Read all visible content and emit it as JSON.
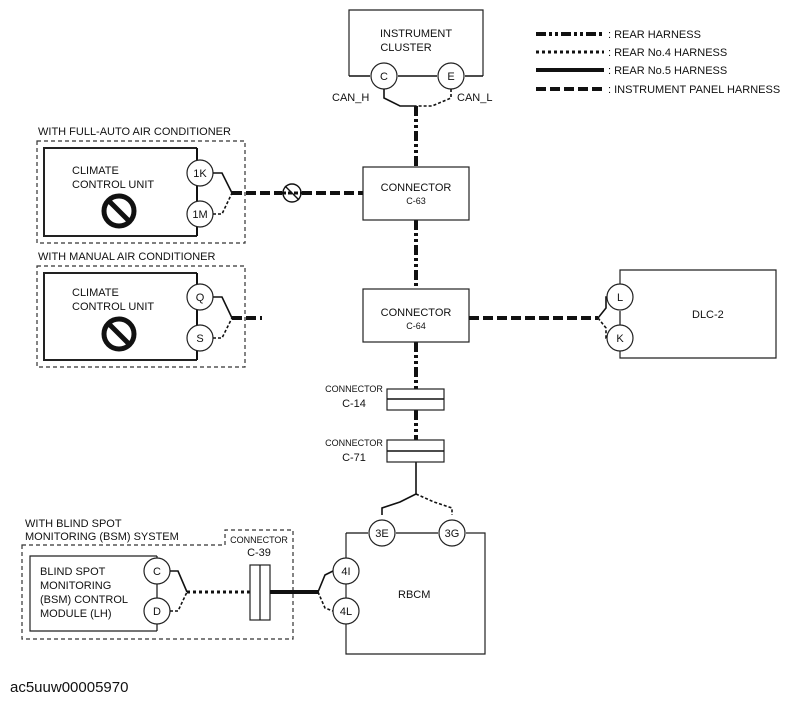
{
  "legend": [
    {
      "style": "rear",
      "label": ": REAR HARNESS"
    },
    {
      "style": "no4",
      "label": ": REAR No.4 HARNESS"
    },
    {
      "style": "no5",
      "label": ": REAR No.5 HARNESS"
    },
    {
      "style": "ip",
      "label": ": INSTRUMENT PANEL HARNESS"
    }
  ],
  "instrument_cluster": {
    "line1": "INSTRUMENT",
    "line2": "CLUSTER",
    "pin_c": "C",
    "pin_e": "E",
    "can_h": "CAN_H",
    "can_l": "CAN_L"
  },
  "full_auto": {
    "heading": "WITH FULL-AUTO AIR CONDITIONER",
    "unit_line1": "CLIMATE",
    "unit_line2": "CONTROL UNIT",
    "pin1": "1K",
    "pin2": "1M"
  },
  "manual": {
    "heading": "WITH MANUAL AIR CONDITIONER",
    "unit_line1": "CLIMATE",
    "unit_line2": "CONTROL UNIT",
    "pin1": "Q",
    "pin2": "S"
  },
  "connector_c63": {
    "line1": "CONNECTOR",
    "line2": "C-63"
  },
  "connector_c64": {
    "line1": "CONNECTOR",
    "line2": "C-64"
  },
  "connector_c14": {
    "line1": "CONNECTOR",
    "line2": "C-14"
  },
  "connector_c71": {
    "line1": "CONNECTOR",
    "line2": "C-71"
  },
  "dlc2": {
    "name": "DLC-2",
    "pin1": "L",
    "pin2": "K"
  },
  "bsm": {
    "heading1": "WITH BLIND SPOT",
    "heading2": "MONITORING (BSM) SYSTEM",
    "module_line1": "BLIND SPOT",
    "module_line2": "MONITORING",
    "module_line3": "(BSM) CONTROL",
    "module_line4": "MODULE (LH)",
    "pin1": "C",
    "pin2": "D"
  },
  "connector_c39": {
    "line1": "CONNECTOR",
    "line2": "C-39"
  },
  "rbcm": {
    "name": "RBCM",
    "pin_3e": "3E",
    "pin_3g": "3G",
    "pin_4i": "4I",
    "pin_4l": "4L"
  },
  "caption": "ac5uuw00005970"
}
